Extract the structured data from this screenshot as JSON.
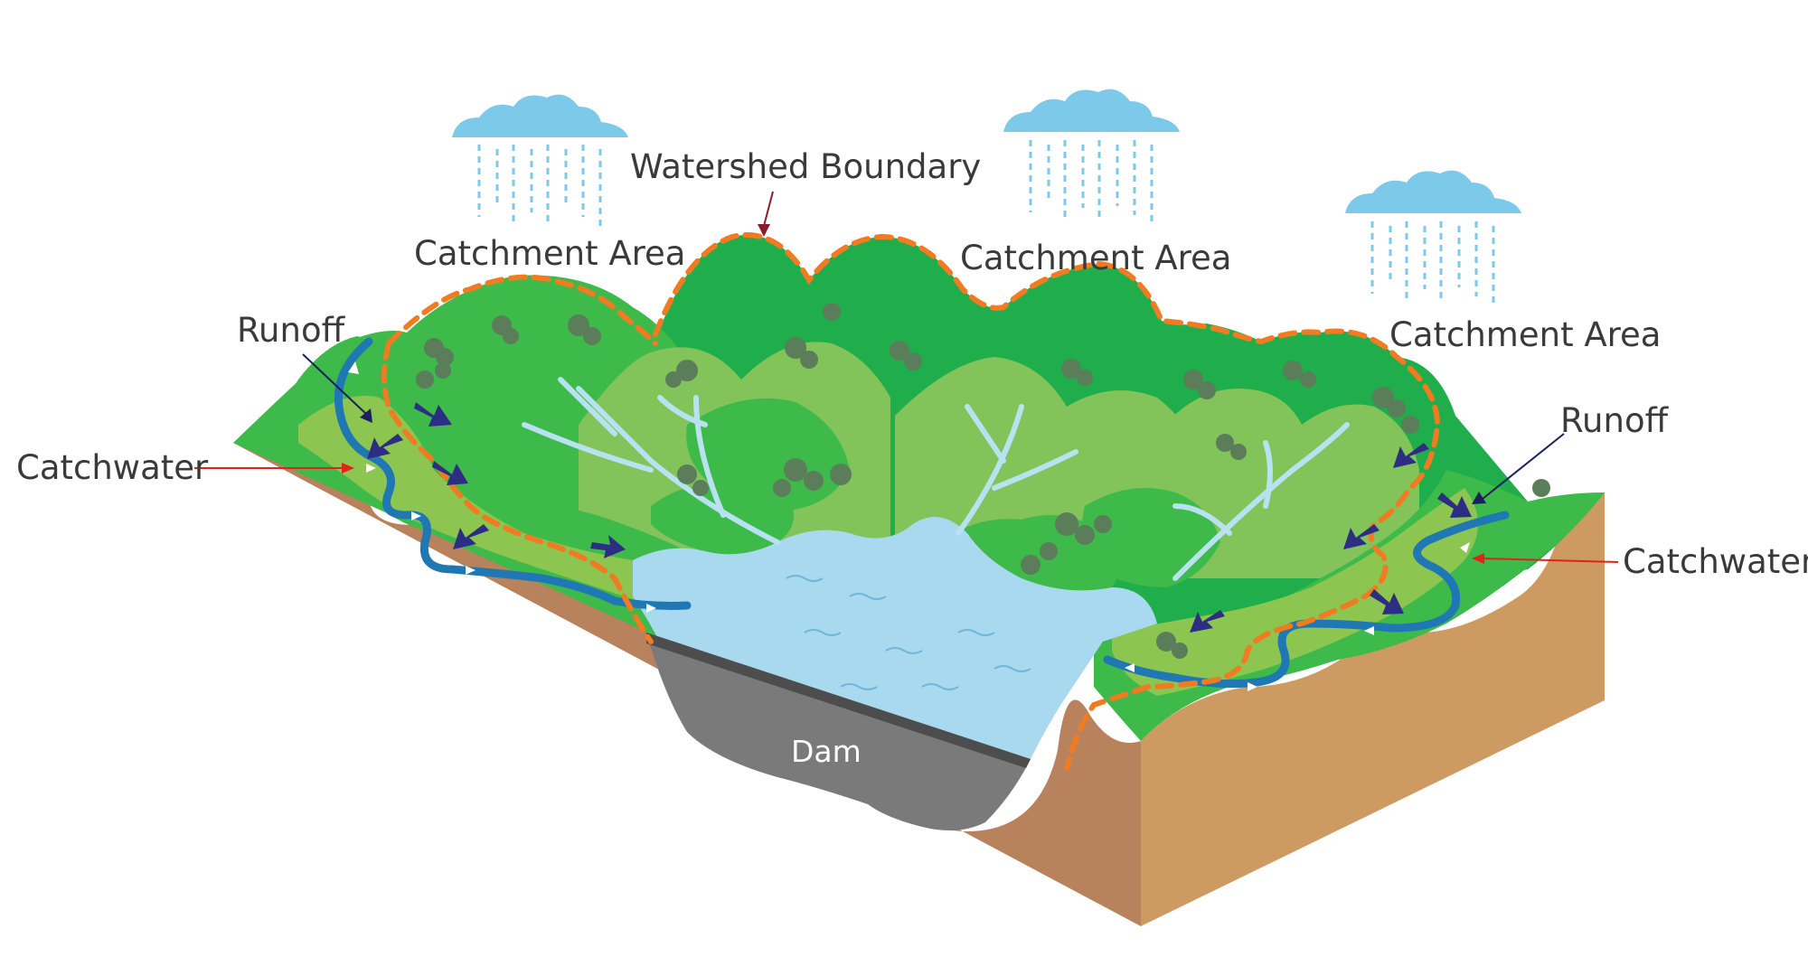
{
  "labels": {
    "watershed_boundary": "Watershed Boundary",
    "catchment_area_left": "Catchment Area",
    "catchment_area_middle": "Catchment Area",
    "catchment_area_right": "Catchment Area",
    "runoff_left": "Runoff",
    "runoff_right": "Runoff",
    "catchwater_left": "Catchwater",
    "catchwater_right": "Catchwater",
    "dam": "Dam"
  },
  "colors": {
    "soil_front": "#b7825c",
    "soil_side": "#cd9a62",
    "grass_dark": "#1fae4b",
    "grass_mid": "#3dba4a",
    "grass_light": "#8cc54f",
    "hill_light": "#82c35a",
    "water": "#a9d9ee",
    "river": "#1f77b4",
    "stream": "#b8e2f2",
    "boundary": "#f07b22",
    "runoff_arrow": "#2d2e83",
    "leader_red": "#e2231a",
    "leader_dark": "#1b1f5e",
    "dam": "#7a7a7a",
    "cloud": "#7cc9ea",
    "rain": "#7cc9ea",
    "tree": "#5b7d5a"
  }
}
